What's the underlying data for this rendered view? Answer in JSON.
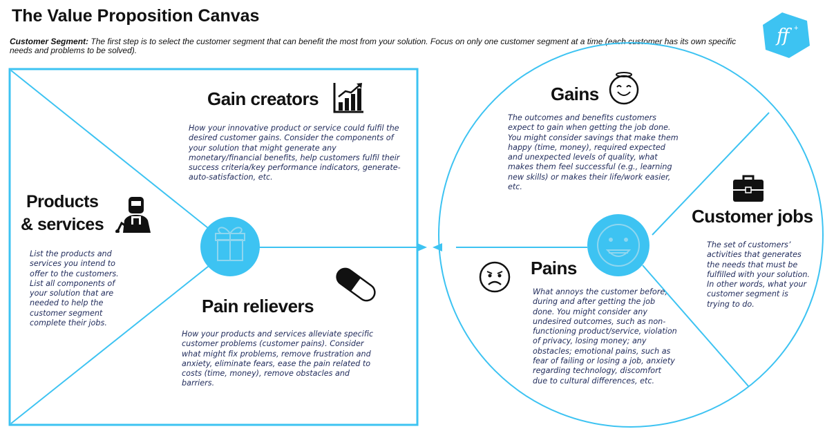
{
  "title": "The Value Proposition Canvas",
  "intro": {
    "label": "Customer Segment:",
    "text": "The first step is to select the customer segment that can benefit the most from your solution. Focus on only one customer segment at a time (each customer has its own specific needs and problems to be solved)."
  },
  "logo": {
    "text": "ff",
    "sup": "+"
  },
  "colors": {
    "accent": "#3dc3f2",
    "line": "#3dc3f2",
    "text": "#1f2a5a"
  },
  "value_map": {
    "products": {
      "title_line1": "Products",
      "title_line2": "& services",
      "text": "List the products and services you intend to offer to the customers. List all components of your solution that are needed to help the customer segment complete their jobs.",
      "icon": "worker-icon"
    },
    "gain_creators": {
      "title": "Gain creators",
      "text": "How your innovative product or service could fulfil the desired customer gains. Consider the components of your solution that might generate any monetary/financial benefits, help customers fulfil their success criteria/key performance indicators, generate-auto-satisfaction, etc.",
      "icon": "growth-chart-icon"
    },
    "pain_relievers": {
      "title": "Pain relievers",
      "text": "How your products and services alleviate specific customer problems (customer pains). Consider what might fix problems, remove frustration and anxiety, eliminate fears, ease the pain related to costs (time, money), remove obstacles and barriers.",
      "icon": "pill-icon"
    },
    "center_icon": "gift-icon"
  },
  "customer_profile": {
    "gains": {
      "title": "Gains",
      "text": "The outcomes and benefits customers expect to gain when getting the job done. You might consider savings that make them happy (time, money), required expected and unexpected levels of quality, what makes them feel successful (e.g., learning new skills) or makes their life/work easier, etc.",
      "icon": "happy-face-icon"
    },
    "pains": {
      "title": "Pains",
      "text": "What annoys the customer before, during and after getting the job done. You might consider any undesired outcomes, such as non-functioning product/service, violation of privacy, losing money; any obstacles; emotional pains, such as fear of failing or losing a job, anxiety regarding technology, discomfort due to cultural differences, etc.",
      "icon": "sad-face-icon"
    },
    "jobs": {
      "title": "Customer jobs",
      "text": "The set of customers’ activities that generates the needs that must be fulfilled with your solution. In other words, what your customer segment is trying to do.",
      "icon": "briefcase-icon"
    },
    "center_icon": "grin-face-icon"
  }
}
